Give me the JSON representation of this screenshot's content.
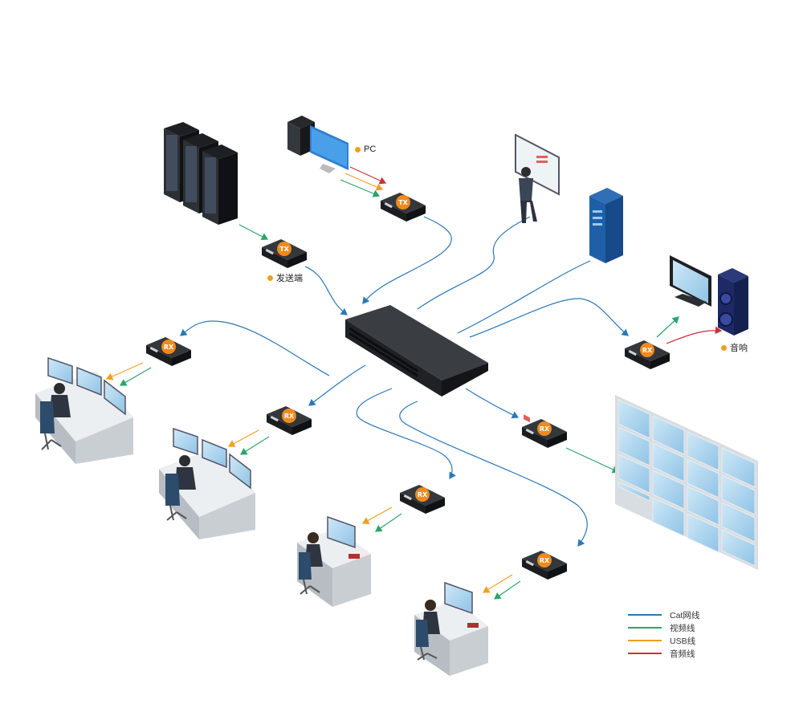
{
  "colors": {
    "cat": "#2a78b8",
    "video": "#2aa56a",
    "usb": "#f0a020",
    "audio": "#c8323a",
    "tag": "#f08a1e",
    "device": "#2b2d31"
  },
  "labels": {
    "pc": "PC",
    "sender": "发送端",
    "speaker": "音响"
  },
  "tags": {
    "tx": "TX",
    "rx": "RX"
  },
  "legend": [
    {
      "label": "Cat网线",
      "color": "#2a78b8"
    },
    {
      "label": "视频线",
      "color": "#2aa56a"
    },
    {
      "label": "USB线",
      "color": "#f0a020"
    },
    {
      "label": "音频线",
      "color": "#c8323a"
    }
  ]
}
